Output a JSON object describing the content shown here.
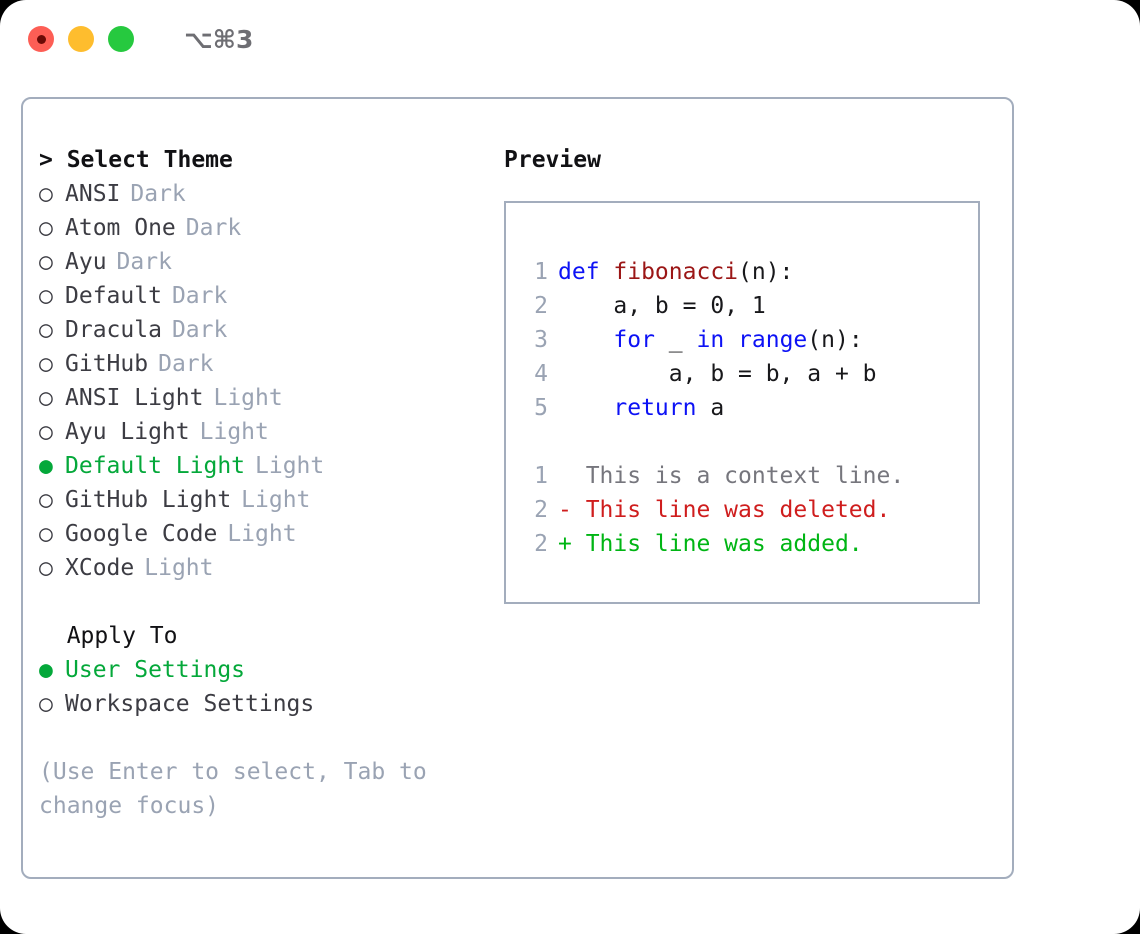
{
  "titlebar": {
    "shortcut": "⌥⌘3",
    "dots": [
      {
        "name": "close-button",
        "color": "#fd5e55"
      },
      {
        "name": "minimize-button",
        "color": "#febd2e"
      },
      {
        "name": "maximize-button",
        "color": "#26c93f"
      }
    ]
  },
  "theme_section": {
    "header": "> Select Theme",
    "items": [
      {
        "bullet": "○",
        "label": "ANSI",
        "category": "Dark",
        "selected": false
      },
      {
        "bullet": "○",
        "label": "Atom One",
        "category": "Dark",
        "selected": false
      },
      {
        "bullet": "○",
        "label": "Ayu",
        "category": "Dark",
        "selected": false
      },
      {
        "bullet": "○",
        "label": "Default",
        "category": "Dark",
        "selected": false
      },
      {
        "bullet": "○",
        "label": "Dracula",
        "category": "Dark",
        "selected": false
      },
      {
        "bullet": "○",
        "label": "GitHub",
        "category": "Dark",
        "selected": false
      },
      {
        "bullet": "○",
        "label": "ANSI Light",
        "category": "Light",
        "selected": false
      },
      {
        "bullet": "○",
        "label": "Ayu Light",
        "category": "Light",
        "selected": false
      },
      {
        "bullet": "●",
        "label": "Default Light",
        "category": "Light",
        "selected": true
      },
      {
        "bullet": "○",
        "label": "GitHub Light",
        "category": "Light",
        "selected": false
      },
      {
        "bullet": "○",
        "label": "Google Code",
        "category": "Light",
        "selected": false
      },
      {
        "bullet": "○",
        "label": "XCode",
        "category": "Light",
        "selected": false
      }
    ]
  },
  "apply_section": {
    "header": "  Apply To",
    "items": [
      {
        "bullet": "●",
        "label": "User Settings",
        "selected": true
      },
      {
        "bullet": "○",
        "label": "Workspace Settings",
        "selected": false
      }
    ]
  },
  "hint": "(Use Enter to select, Tab to change focus)",
  "preview": {
    "title": "Preview",
    "code_lines": [
      {
        "num": "1",
        "segments": [
          {
            "text": "def ",
            "type": "keyword"
          },
          {
            "text": "fibonacci",
            "type": "function"
          },
          {
            "text": "(n):",
            "type": "plain"
          }
        ]
      },
      {
        "num": "2",
        "segments": [
          {
            "text": "    a, b = 0, 1",
            "type": "plain"
          }
        ]
      },
      {
        "num": "3",
        "segments": [
          {
            "text": "    ",
            "type": "plain"
          },
          {
            "text": "for",
            "type": "keyword"
          },
          {
            "text": " _ ",
            "type": "plain"
          },
          {
            "text": "in",
            "type": "keyword"
          },
          {
            "text": " ",
            "type": "plain"
          },
          {
            "text": "range",
            "type": "keyword"
          },
          {
            "text": "(n):",
            "type": "plain"
          }
        ]
      },
      {
        "num": "4",
        "segments": [
          {
            "text": "        a, b = b, a + b",
            "type": "plain"
          }
        ]
      },
      {
        "num": "5",
        "segments": [
          {
            "text": "    ",
            "type": "plain"
          },
          {
            "text": "return",
            "type": "keyword"
          },
          {
            "text": " a",
            "type": "plain"
          }
        ]
      }
    ],
    "diff_lines": [
      {
        "num": "1",
        "text": "  This is a context line.",
        "kind": "context"
      },
      {
        "num": "2",
        "text": "- This line was deleted.",
        "kind": "deleted"
      },
      {
        "num": "2",
        "text": "+ This line was added.",
        "kind": "added"
      }
    ]
  },
  "colors": {
    "accent_green": "#04a83a",
    "muted_gray": "#9aa3b3",
    "border": "#a3adbd",
    "keyword_blue": "#0d12f5",
    "function_red": "#9b1616",
    "diff_deleted": "#cf1d1d",
    "diff_added": "#00b514",
    "diff_context": "#76767d",
    "text": "#3c3c43"
  }
}
